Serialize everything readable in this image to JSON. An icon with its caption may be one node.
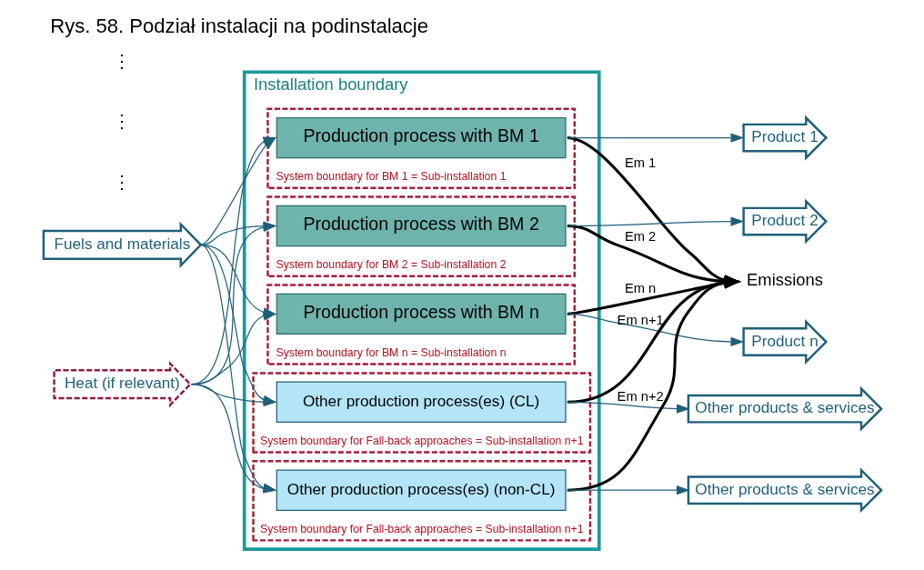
{
  "diagram": {
    "title": "Rys. 58. Podział instalacji na podinstalacje",
    "nodes": [
      {
        "text": [
          "Installation boundary"
        ]
      },
      {
        "text": [
          "System boundary for BM 1 = Sub-installation 1"
        ],
        "in": 0
      },
      {
        "text": [
          "Production process with BM 1"
        ],
        "in": 1
      },
      {
        "text": [
          "System boundary for BM 2 = Sub-installation 2"
        ],
        "in": 0
      },
      {
        "text": [
          "Production process with BM 2"
        ],
        "in": 3
      },
      {
        "text": [
          "System boundary for BM n = Sub-installation n"
        ],
        "in": 0
      },
      {
        "text": [
          "Production process with BM n"
        ],
        "in": 5
      },
      {
        "text": [
          "System boundary for Fall-back approaches = Sub-installation n+1"
        ],
        "in": 0
      },
      {
        "text": [
          "Other production process(es) (CL)"
        ],
        "in": 7
      },
      {
        "text": [
          "System boundary for Fall-back approaches = Sub-installation n+1"
        ],
        "in": 0
      },
      {
        "text": [
          "Other production process(es) (non-CL)"
        ],
        "in": 9
      },
      {
        "text": [
          "Fuels and materials"
        ]
      },
      {
        "text": [
          "Heat (if relevant)"
        ]
      },
      {
        "text": [
          "Emissions"
        ]
      },
      {
        "text": [
          "Product 1"
        ]
      },
      {
        "text": [
          "Product 2"
        ]
      },
      {
        "text": [
          "Product n"
        ]
      },
      {
        "text": [
          "Other products & services"
        ]
      },
      {
        "text": [
          "Other products & services"
        ]
      }
    ],
    "edges": [
      {
        "from": 11,
        "to": 2,
        "arrow": "to"
      },
      {
        "from": 11,
        "to": 4,
        "arrow": "to"
      },
      {
        "from": 11,
        "to": 6,
        "arrow": "to"
      },
      {
        "from": 11,
        "to": 8,
        "arrow": "to"
      },
      {
        "from": 11,
        "to": 10,
        "arrow": "to"
      },
      {
        "from": 12,
        "to": 2,
        "arrow": "to"
      },
      {
        "from": 12,
        "to": 4,
        "arrow": "to"
      },
      {
        "from": 12,
        "to": 6,
        "arrow": "to"
      },
      {
        "from": 12,
        "to": 8,
        "arrow": "to"
      },
      {
        "from": 12,
        "to": 10,
        "arrow": "to"
      },
      {
        "from": 2,
        "to": 13,
        "arrow": "to",
        "label": "Em 1",
        "style": "thick",
        "color": "#000000"
      },
      {
        "from": 4,
        "to": 13,
        "arrow": "to",
        "label": "Em 2",
        "style": "thick",
        "color": "#000000"
      },
      {
        "from": 6,
        "to": 13,
        "arrow": "to",
        "label": "Em n",
        "style": "thick",
        "color": "#000000"
      },
      {
        "from": 8,
        "to": 13,
        "arrow": "to",
        "label": "Em n+1",
        "style": "thick",
        "color": "#000000"
      },
      {
        "from": 10,
        "to": 13,
        "arrow": "to",
        "label": "Em n+2",
        "style": "thick",
        "color": "#000000"
      },
      {
        "from": 2,
        "to": 14,
        "arrow": "to"
      },
      {
        "from": 4,
        "to": 15,
        "arrow": "to"
      },
      {
        "from": 6,
        "to": 16,
        "arrow": "to"
      },
      {
        "from": 8,
        "to": 17,
        "arrow": "to"
      },
      {
        "from": 10,
        "to": 18,
        "arrow": "to"
      }
    ],
    "labels": [
      "⋮",
      "⋮",
      "⋮"
    ]
  }
}
